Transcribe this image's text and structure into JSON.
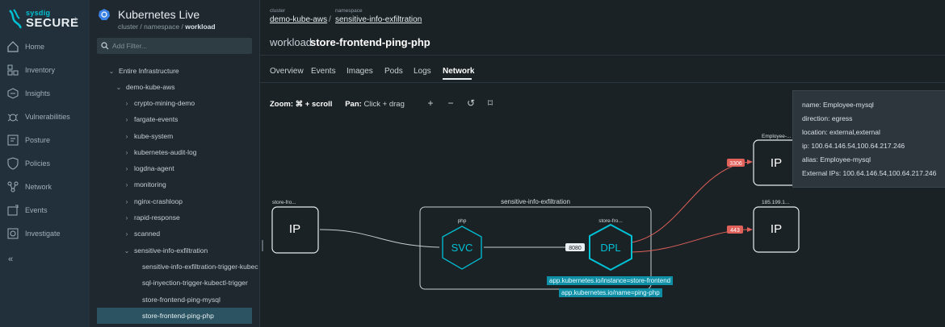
{
  "brand": {
    "sub": "sysdig",
    "main": "SECURE",
    "accent": "#00c1d5"
  },
  "nav": {
    "items": [
      {
        "label": "Home",
        "icon": "home-icon"
      },
      {
        "label": "Inventory",
        "icon": "inventory-icon"
      },
      {
        "label": "Insights",
        "icon": "insights-icon"
      },
      {
        "label": "Vulnerabilities",
        "icon": "vulnerabilities-icon"
      },
      {
        "label": "Posture",
        "icon": "posture-icon"
      },
      {
        "label": "Policies",
        "icon": "policies-icon"
      },
      {
        "label": "Network",
        "icon": "network-icon"
      },
      {
        "label": "Events",
        "icon": "events-icon"
      },
      {
        "label": "Investigate",
        "icon": "investigate-icon"
      }
    ],
    "collapse": "«"
  },
  "tree": {
    "title": "Kubernetes Live",
    "crumbs": {
      "a": "cluster",
      "b": "namespace",
      "c": "workload",
      "sep": "/"
    },
    "search_placeholder": "Add Filter...",
    "rows": [
      {
        "label": "Entire Infrastructure",
        "toggle": "⌄"
      },
      {
        "label": "demo-kube-aws",
        "toggle": "⌄"
      },
      {
        "label": "crypto-mining-demo",
        "toggle": "›"
      },
      {
        "label": "fargate-events",
        "toggle": "›"
      },
      {
        "label": "kube-system",
        "toggle": "›"
      },
      {
        "label": "kubernetes-audit-log",
        "toggle": "›"
      },
      {
        "label": "logdna-agent",
        "toggle": "›"
      },
      {
        "label": "monitoring",
        "toggle": "›"
      },
      {
        "label": "nginx-crashloop",
        "toggle": "›"
      },
      {
        "label": "rapid-response",
        "toggle": "›"
      },
      {
        "label": "scanned",
        "toggle": "›"
      },
      {
        "label": "sensitive-info-exfiltration",
        "toggle": "⌄"
      },
      {
        "label": "sensitive-info-exfiltration-trigger-kubec",
        "toggle": ""
      },
      {
        "label": "sql-inyection-trigger-kubectl-trigger",
        "toggle": ""
      },
      {
        "label": "store-frontend-ping-mysql",
        "toggle": ""
      },
      {
        "label": "store-frontend-ping-php",
        "toggle": ""
      }
    ]
  },
  "main": {
    "cluster_label": "cluster",
    "cluster_value": "demo-kube-aws",
    "namespace_label": "namespace",
    "namespace_value": "sensitive-info-exfiltration",
    "sep": "/",
    "workload_label": "workload",
    "workload_name": "store-frontend-ping-php",
    "tabs": [
      "Overview",
      "Events",
      "Images",
      "Pods",
      "Logs",
      "Network"
    ],
    "active_tab": "Network"
  },
  "toolbar": {
    "zoom_label": "Zoom:",
    "zoom_hint": "⌘ + scroll",
    "pan_label": "Pan:",
    "pan_hint": "Click + drag",
    "zoom_in": "+",
    "zoom_out": "−",
    "reset": "↺",
    "fit": "⌑"
  },
  "graph": {
    "group_label": "sensitive-info-exfiltration",
    "source": {
      "caption": "store-fro...",
      "text": "IP"
    },
    "svc": {
      "caption": "php",
      "text": "SVC"
    },
    "dpl": {
      "caption": "store-fro...",
      "text": "DPL"
    },
    "dest1": {
      "caption": "Employee-...",
      "text": "IP"
    },
    "dest2": {
      "caption": "185.199.1...",
      "text": "IP"
    },
    "port_svc": "8080",
    "port_dest1": "3306",
    "port_dest2": "443",
    "labels": [
      "app.kubernetes.io/instance=store-frontend",
      "app.kubernetes.io/name=ping-php"
    ],
    "colors": {
      "accent": "#00c1d5",
      "egress": "#e0605a"
    }
  },
  "tooltip": {
    "name": "name: Employee-mysql",
    "direction": "direction: egress",
    "location": "location: external,external",
    "ip": "ip: 100.64.146.54,100.64.217.246",
    "alias": "alias: Employee-mysql",
    "external_ips": "External IPs: 100.64.146.54,100.64.217.246"
  }
}
